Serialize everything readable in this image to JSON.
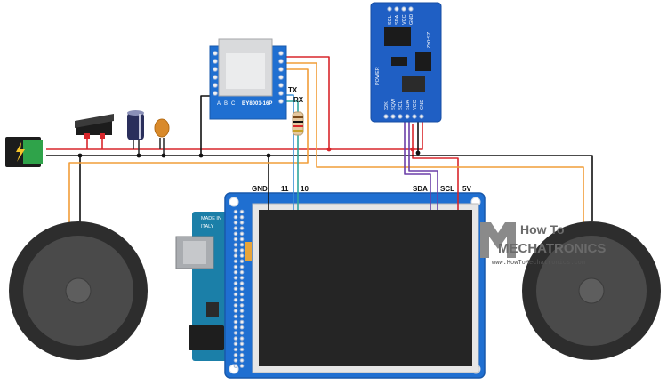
{
  "labels": {
    "gnd": "GND",
    "pin11": "11",
    "pin10": "10",
    "tx": "TX",
    "rx": "RX",
    "sda": "SDA",
    "scl": "SCL",
    "v5": "5V"
  },
  "mp3_module": {
    "name": "BY8001-16P",
    "pins": [
      "A",
      "B",
      "C"
    ]
  },
  "rtc_module": {
    "top_pins": [
      "SCL",
      "SDA",
      "VCC",
      "GND"
    ],
    "bottom_pins": [
      "32K",
      "SQW",
      "SCL",
      "SDA",
      "VCC",
      "GND"
    ],
    "chip": "ZS-042",
    "power": "POWER"
  },
  "arduino": {
    "made_in": "MADE IN",
    "italy": "ITALY"
  },
  "brand": {
    "line1": "How To",
    "line2": "MECHATRONICS",
    "url": "www.HowToMechatronics.com"
  },
  "colors": {
    "red": "#d8262b",
    "black": "#111111",
    "orange": "#f19d38",
    "blue": "#3a8fd6",
    "teal": "#2fa6a0",
    "purple": "#6b3fa8",
    "board_blue": "#1f6fd1",
    "arduino_teal": "#1b7fa8"
  }
}
